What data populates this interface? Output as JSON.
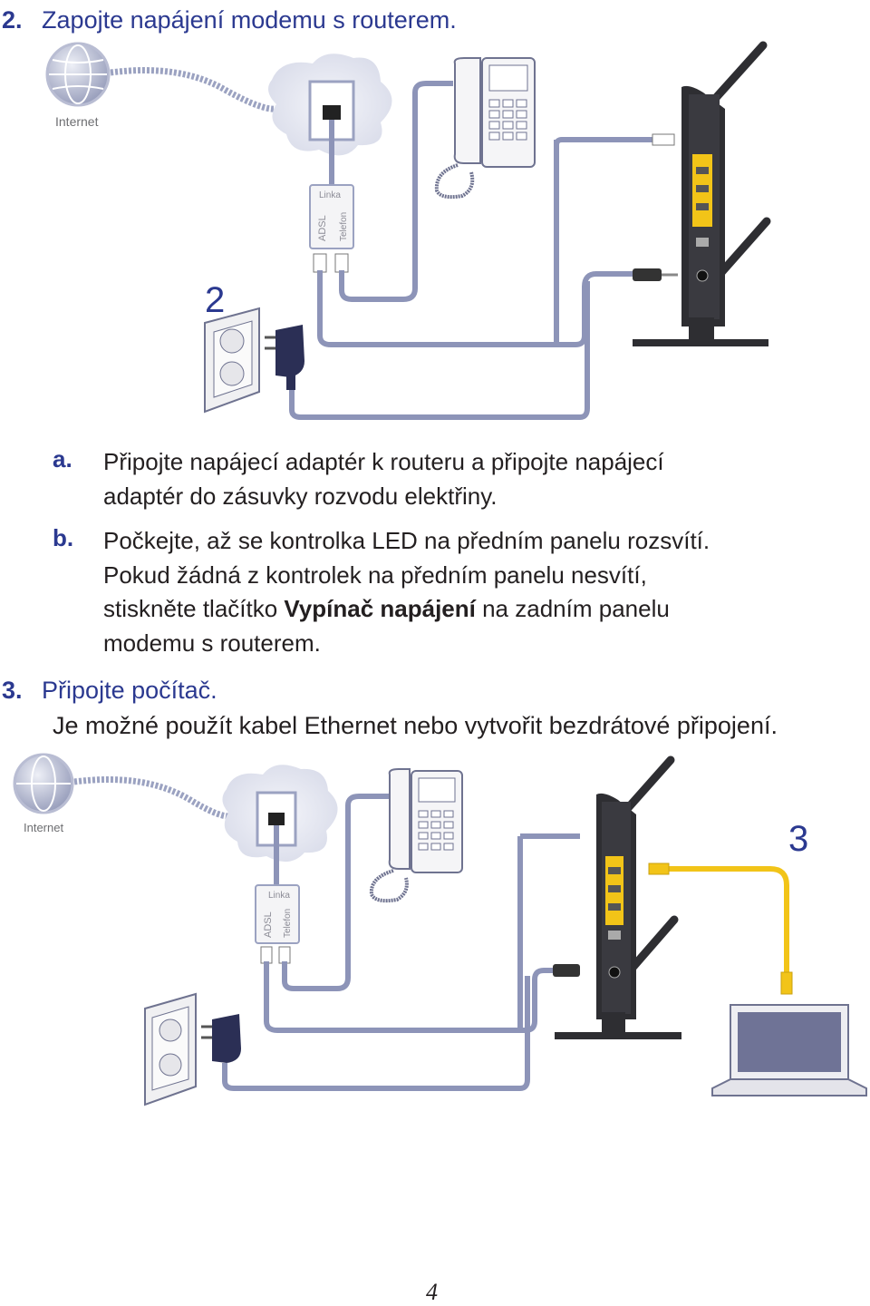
{
  "step2": {
    "number": "2.",
    "title": "Zapojte napájení modemu s routerem."
  },
  "diagram1": {
    "internet_label": "Internet",
    "splitter": {
      "line": "Linka",
      "adsl": "ADSL",
      "phone": "Telefon"
    },
    "step_marker": "2"
  },
  "substeps": [
    {
      "label": "a.",
      "lines": [
        "Připojte napájecí adaptér k routeru a připojte napájecí",
        "adaptér do zásuvky rozvodu elektřiny."
      ]
    },
    {
      "label": "b.",
      "line1": "Počkejte, až se kontrolka LED na předním panelu rozsvítí.",
      "line2": "Pokud žádná z kontrolek na předním panelu nesvítí,",
      "line3_pre": "stiskněte tlačítko ",
      "line3_bold": "Vypínač napájení",
      "line3_post": " na zadním panelu",
      "line4": "modemu s routerem."
    }
  ],
  "step3": {
    "number": "3.",
    "title": "Připojte počítač.",
    "description": "Je možné použít kabel Ethernet nebo vytvořit bezdrátové připojení."
  },
  "diagram2": {
    "internet_label": "Internet",
    "splitter": {
      "line": "Linka",
      "adsl": "ADSL",
      "phone": "Telefon"
    },
    "step_marker": "3"
  },
  "page_number": "4",
  "colors": {
    "heading": "#2b3990",
    "text": "#231f20",
    "cable": "#8d94b8",
    "ethernet": "#f2c418",
    "router": "#2e2e32"
  }
}
